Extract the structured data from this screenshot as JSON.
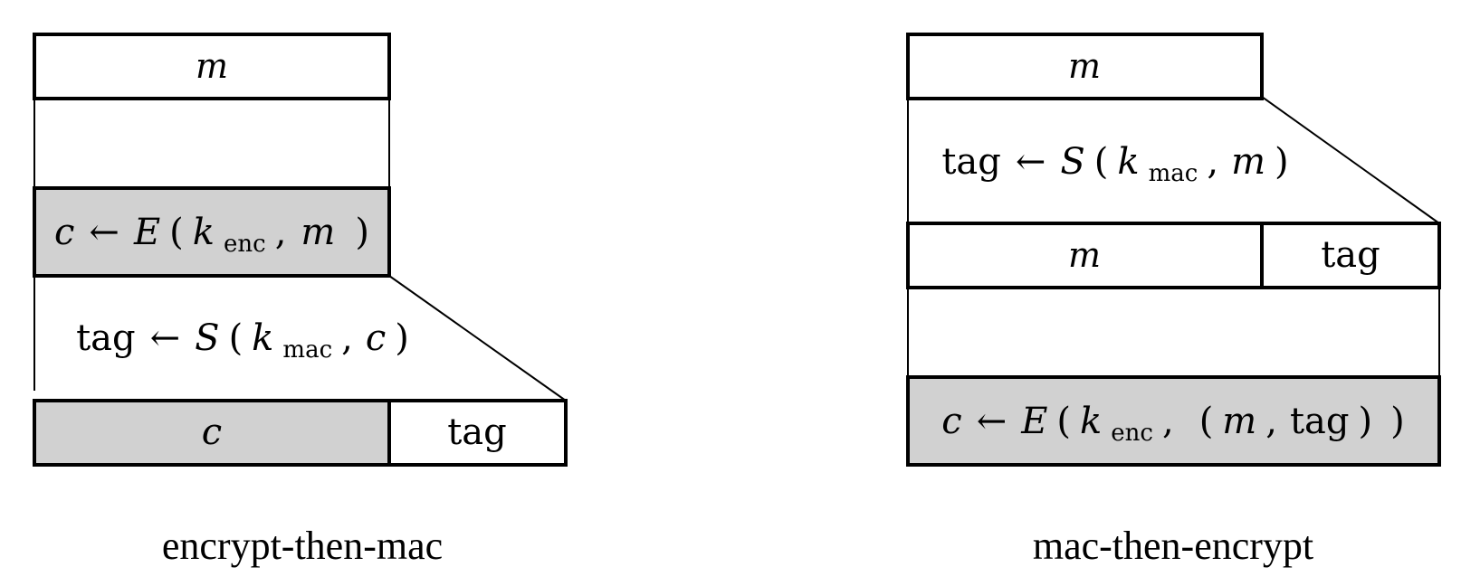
{
  "colors": {
    "shaded": "#d1d1d1",
    "stroke": "#000000",
    "background": "#ffffff"
  },
  "etm": {
    "caption": "encrypt-then-mac",
    "m_box": "m",
    "enc_step": {
      "lhs": "c",
      "arrow": "←",
      "fn": "E",
      "open": "(",
      "key": "k",
      "key_sub": "enc",
      "comma": ",",
      "arg": "m",
      "close": ")"
    },
    "mac_step": {
      "lhs": "tag",
      "arrow": "←",
      "fn": "S",
      "open": "(",
      "key": "k",
      "key_sub": "mac",
      "comma": ",",
      "arg": "c",
      "close": ")"
    },
    "out_c": "c",
    "out_tag": "tag"
  },
  "mte": {
    "caption": "mac-then-encrypt",
    "m_box": "m",
    "mac_step": {
      "lhs": "tag",
      "arrow": "←",
      "fn": "S",
      "open": "(",
      "key": "k",
      "key_sub": "mac",
      "comma": ",",
      "arg": "m",
      "close": ")"
    },
    "mid_m": "m",
    "mid_tag": "tag",
    "enc_step": {
      "lhs": "c",
      "arrow": "←",
      "fn": "E",
      "open": "(",
      "key": "k",
      "key_sub": "enc",
      "comma": ",",
      "open2": "(",
      "arg1": "m",
      "comma2": ",",
      "arg2": "tag",
      "close2": ")",
      "close": ")"
    }
  }
}
